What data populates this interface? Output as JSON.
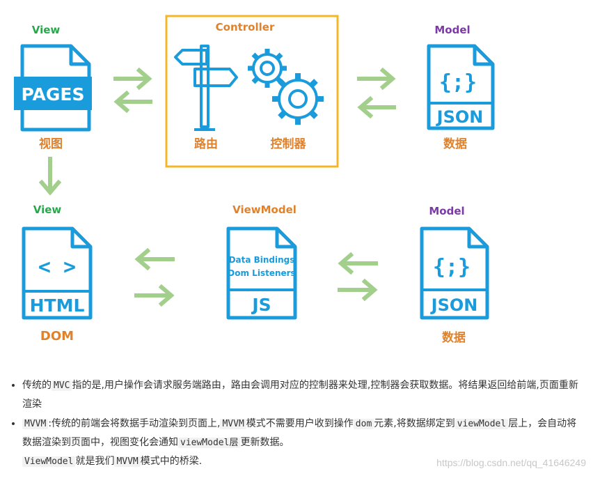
{
  "diagram": {
    "top": {
      "view_label": "View",
      "view_icon_text": "PAGES",
      "view_caption": "视图",
      "controller_label": "Controller",
      "route_caption": "路由",
      "controller_caption": "控制器",
      "model_label": "Model",
      "model_icon_braces": "{;}",
      "model_icon_text": "JSON",
      "model_caption": "数据"
    },
    "bottom": {
      "view_label": "View",
      "view_icon_code": "< >",
      "view_icon_text": "HTML",
      "view_caption": "DOM",
      "vm_label": "ViewModel",
      "vm_line1": "Data Bindings",
      "vm_line2": "Dom Listeners",
      "vm_icon_text": "JS",
      "model_label": "Model",
      "model_icon_braces": "{;}",
      "model_icon_text": "JSON",
      "model_caption": "数据"
    },
    "colors": {
      "icon_blue": "#1a9bdc",
      "arrow_green": "#a3cf8c",
      "controller_border": "#f3b728",
      "view_label": "#27a84a",
      "controller_label": "#e0822c",
      "model_label": "#7c3aa4"
    }
  },
  "notes": [
    {
      "parts": [
        {
          "t": "传统的"
        },
        {
          "t": "MVC",
          "code": true
        },
        {
          "t": "指的是,用户操作会请求服务端路由，路由会调用对应的控制器来处理,控制器会获取数据。将结果返回给前端,页面重新渲染"
        }
      ]
    },
    {
      "parts": [
        {
          "t": "MVVM",
          "code": true
        },
        {
          "t": ":传统的前端会将数据手动渲染到页面上,"
        },
        {
          "t": "MVVM",
          "code": true
        },
        {
          "t": "模式不需要用户收到操作"
        },
        {
          "t": "dom",
          "code": true
        },
        {
          "t": "元素,将数据绑定到"
        },
        {
          "t": "viewModel",
          "code": true
        },
        {
          "t": "层上，会自动将数据渲染到页面中，视图变化会通知"
        },
        {
          "t": "viewModel层",
          "code": true
        },
        {
          "t": "更新数据。"
        },
        {
          "br": true
        },
        {
          "t": "ViewModel",
          "code": true
        },
        {
          "t": "就是我们"
        },
        {
          "t": "MVVM",
          "code": true
        },
        {
          "t": "模式中的桥梁."
        }
      ]
    }
  ],
  "watermark": "https://blog.csdn.net/qq_41646249"
}
